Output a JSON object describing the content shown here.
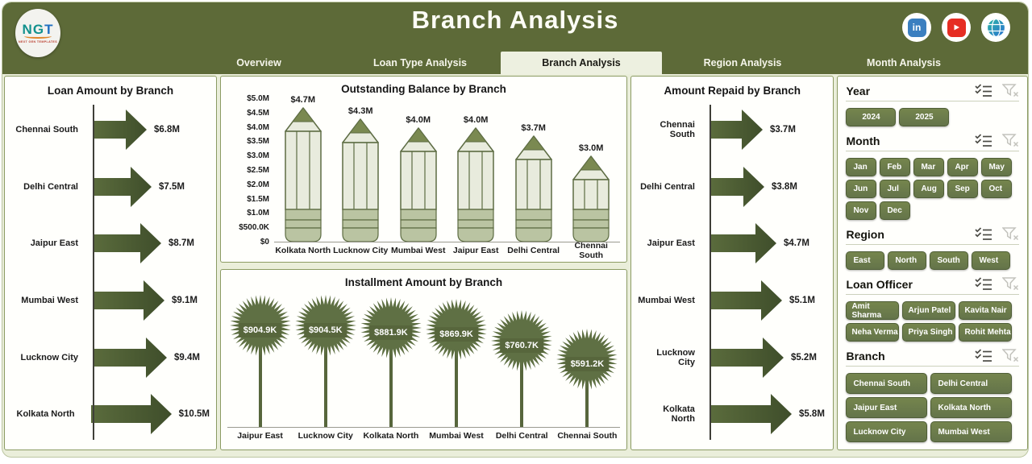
{
  "colors": {
    "header_olive": "#5d6a38",
    "surface": "#eaeeda",
    "panel_border": "#8b9b63",
    "arrow_light": "#5a6b3c",
    "arrow_dark": "#3f4e2b",
    "pencil_body": "#e8ebdd",
    "pencil_tip": "#7a8951",
    "pencil_band": "#bac4a2",
    "pencil_stroke": "#5d6c43",
    "burst_green": "#5f7044",
    "label_box_green": "#57663c",
    "button_green": "#6f7f4e",
    "active_tab_bg": "#edf0e0",
    "linkedin_blue": "#3b7fc0",
    "youtube_red": "#e62d23",
    "globe_teal": "#2bb8a3",
    "globe_blue": "#2b6fd4"
  },
  "header": {
    "title": "Branch  Analysis",
    "logo": {
      "letters": [
        "N",
        "G",
        "T"
      ],
      "subtext": "NEXT GEN TEMPLATES"
    },
    "social": [
      "linkedin-icon",
      "youtube-icon",
      "globe-icon"
    ],
    "tabs": [
      {
        "label": "Overview",
        "active": false
      },
      {
        "label": "Loan Type Analysis",
        "active": false
      },
      {
        "label": "Branch  Analysis",
        "active": true
      },
      {
        "label": "Region Analysis",
        "active": false
      },
      {
        "label": "Month Analysis",
        "active": false
      }
    ]
  },
  "chart_data": [
    {
      "key": "loan_amount",
      "type": "bar",
      "variant": "arrow",
      "orientation": "horizontal",
      "title": "Loan Amount by Branch",
      "categories": [
        "Chennai South",
        "Delhi Central",
        "Jaipur East",
        "Mumbai West",
        "Lucknow City",
        "Kolkata North"
      ],
      "values": [
        6.8,
        7.5,
        8.7,
        9.1,
        9.4,
        10.5
      ],
      "unit": "$M",
      "labels": [
        "$6.8M",
        "$7.5M",
        "$8.7M",
        "$9.1M",
        "$9.4M",
        "$10.5M"
      ],
      "xlim": [
        0,
        10.5
      ],
      "grid": false,
      "legend": false
    },
    {
      "key": "outstanding_balance",
      "type": "bar",
      "variant": "pencil",
      "orientation": "vertical",
      "title": "Outstanding Balance by Branch",
      "categories": [
        "Kolkata North",
        "Lucknow City",
        "Mumbai West",
        "Jaipur East",
        "Delhi Central",
        "Chennai South"
      ],
      "values": [
        4.7,
        4.3,
        4.0,
        4.0,
        3.7,
        3.0
      ],
      "unit": "$M",
      "labels": [
        "$4.7M",
        "$4.3M",
        "$4.0M",
        "$4.0M",
        "$3.7M",
        "$3.0M"
      ],
      "yticks": [
        "$5.0M",
        "$4.5M",
        "$4.0M",
        "$3.5M",
        "$3.0M",
        "$2.5M",
        "$2.0M",
        "$1.5M",
        "$1.0M",
        "$500.0K",
        "$0"
      ],
      "ylim": [
        0,
        5.0
      ],
      "grid": false,
      "legend": false
    },
    {
      "key": "installment_amount",
      "type": "lollipop",
      "variant": "starburst",
      "orientation": "vertical",
      "title": "Installment Amount by Branch",
      "categories": [
        "Jaipur East",
        "Lucknow City",
        "Kolkata North",
        "Mumbai West",
        "Delhi Central",
        "Chennai South"
      ],
      "values": [
        904.9,
        904.5,
        881.9,
        869.9,
        760.7,
        591.2
      ],
      "unit": "$K",
      "labels": [
        "$904.9K",
        "$904.5K",
        "$881.9K",
        "$869.9K",
        "$760.7K",
        "$591.2K"
      ],
      "grid": false,
      "legend": false
    },
    {
      "key": "amount_repaid",
      "type": "bar",
      "variant": "arrow",
      "orientation": "horizontal",
      "title": "Amount Repaid by Branch",
      "categories": [
        "Chennai South",
        "Delhi Central",
        "Jaipur East",
        "Mumbai West",
        "Lucknow City",
        "Kolkata North"
      ],
      "values": [
        3.7,
        3.8,
        4.7,
        5.1,
        5.2,
        5.8
      ],
      "unit": "$M",
      "labels": [
        "$3.7M",
        "$3.8M",
        "$4.7M",
        "$5.1M",
        "$5.2M",
        "$5.8M"
      ],
      "xlim": [
        0,
        5.8
      ],
      "grid": false,
      "legend": false
    }
  ],
  "filters": {
    "header_icons": [
      "multi-select-icon",
      "clear-filter-icon"
    ],
    "sections": [
      {
        "key": "year",
        "title": "Year",
        "options": [
          "2024",
          "2025"
        ]
      },
      {
        "key": "month",
        "title": "Month",
        "options": [
          "Jan",
          "Feb",
          "Mar",
          "Apr",
          "May",
          "Jun",
          "Jul",
          "Aug",
          "Sep",
          "Oct",
          "Nov",
          "Dec"
        ]
      },
      {
        "key": "region",
        "title": "Region",
        "options": [
          "East",
          "North",
          "South",
          "West"
        ]
      },
      {
        "key": "officer",
        "title": "Loan Officer",
        "options": [
          "Amit Sharma",
          "Arjun Patel",
          "Kavita Nair",
          "Neha Verma",
          "Priya Singh",
          "Rohit Mehta"
        ]
      },
      {
        "key": "branch",
        "title": "Branch",
        "options": [
          "Chennai South",
          "Delhi Central",
          "Jaipur East",
          "Kolkata North",
          "Lucknow City",
          "Mumbai West"
        ]
      }
    ]
  }
}
